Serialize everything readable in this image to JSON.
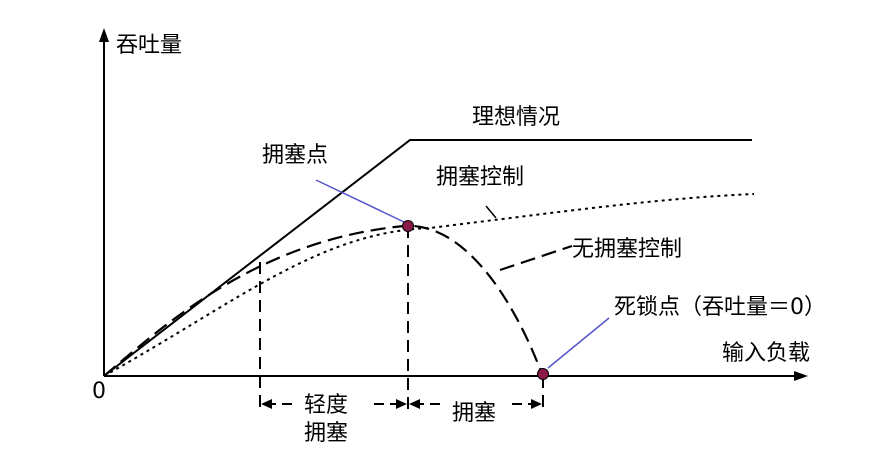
{
  "labels": {
    "y_axis": "吞吐量",
    "x_axis": "输入负载",
    "origin": "0",
    "ideal": "理想情况",
    "congestion_point": "拥塞点",
    "with_control": "拥塞控制",
    "without_control": "无拥塞控制",
    "deadlock_point": "死锁点（吞吐量＝0）",
    "light_congestion_line1": "轻度",
    "light_congestion_line2": "拥塞",
    "congestion_region": "拥塞"
  },
  "colors": {
    "ink": "#000000",
    "marker_fill": "#8b1a4a",
    "leader_line": "#5555cc"
  }
}
